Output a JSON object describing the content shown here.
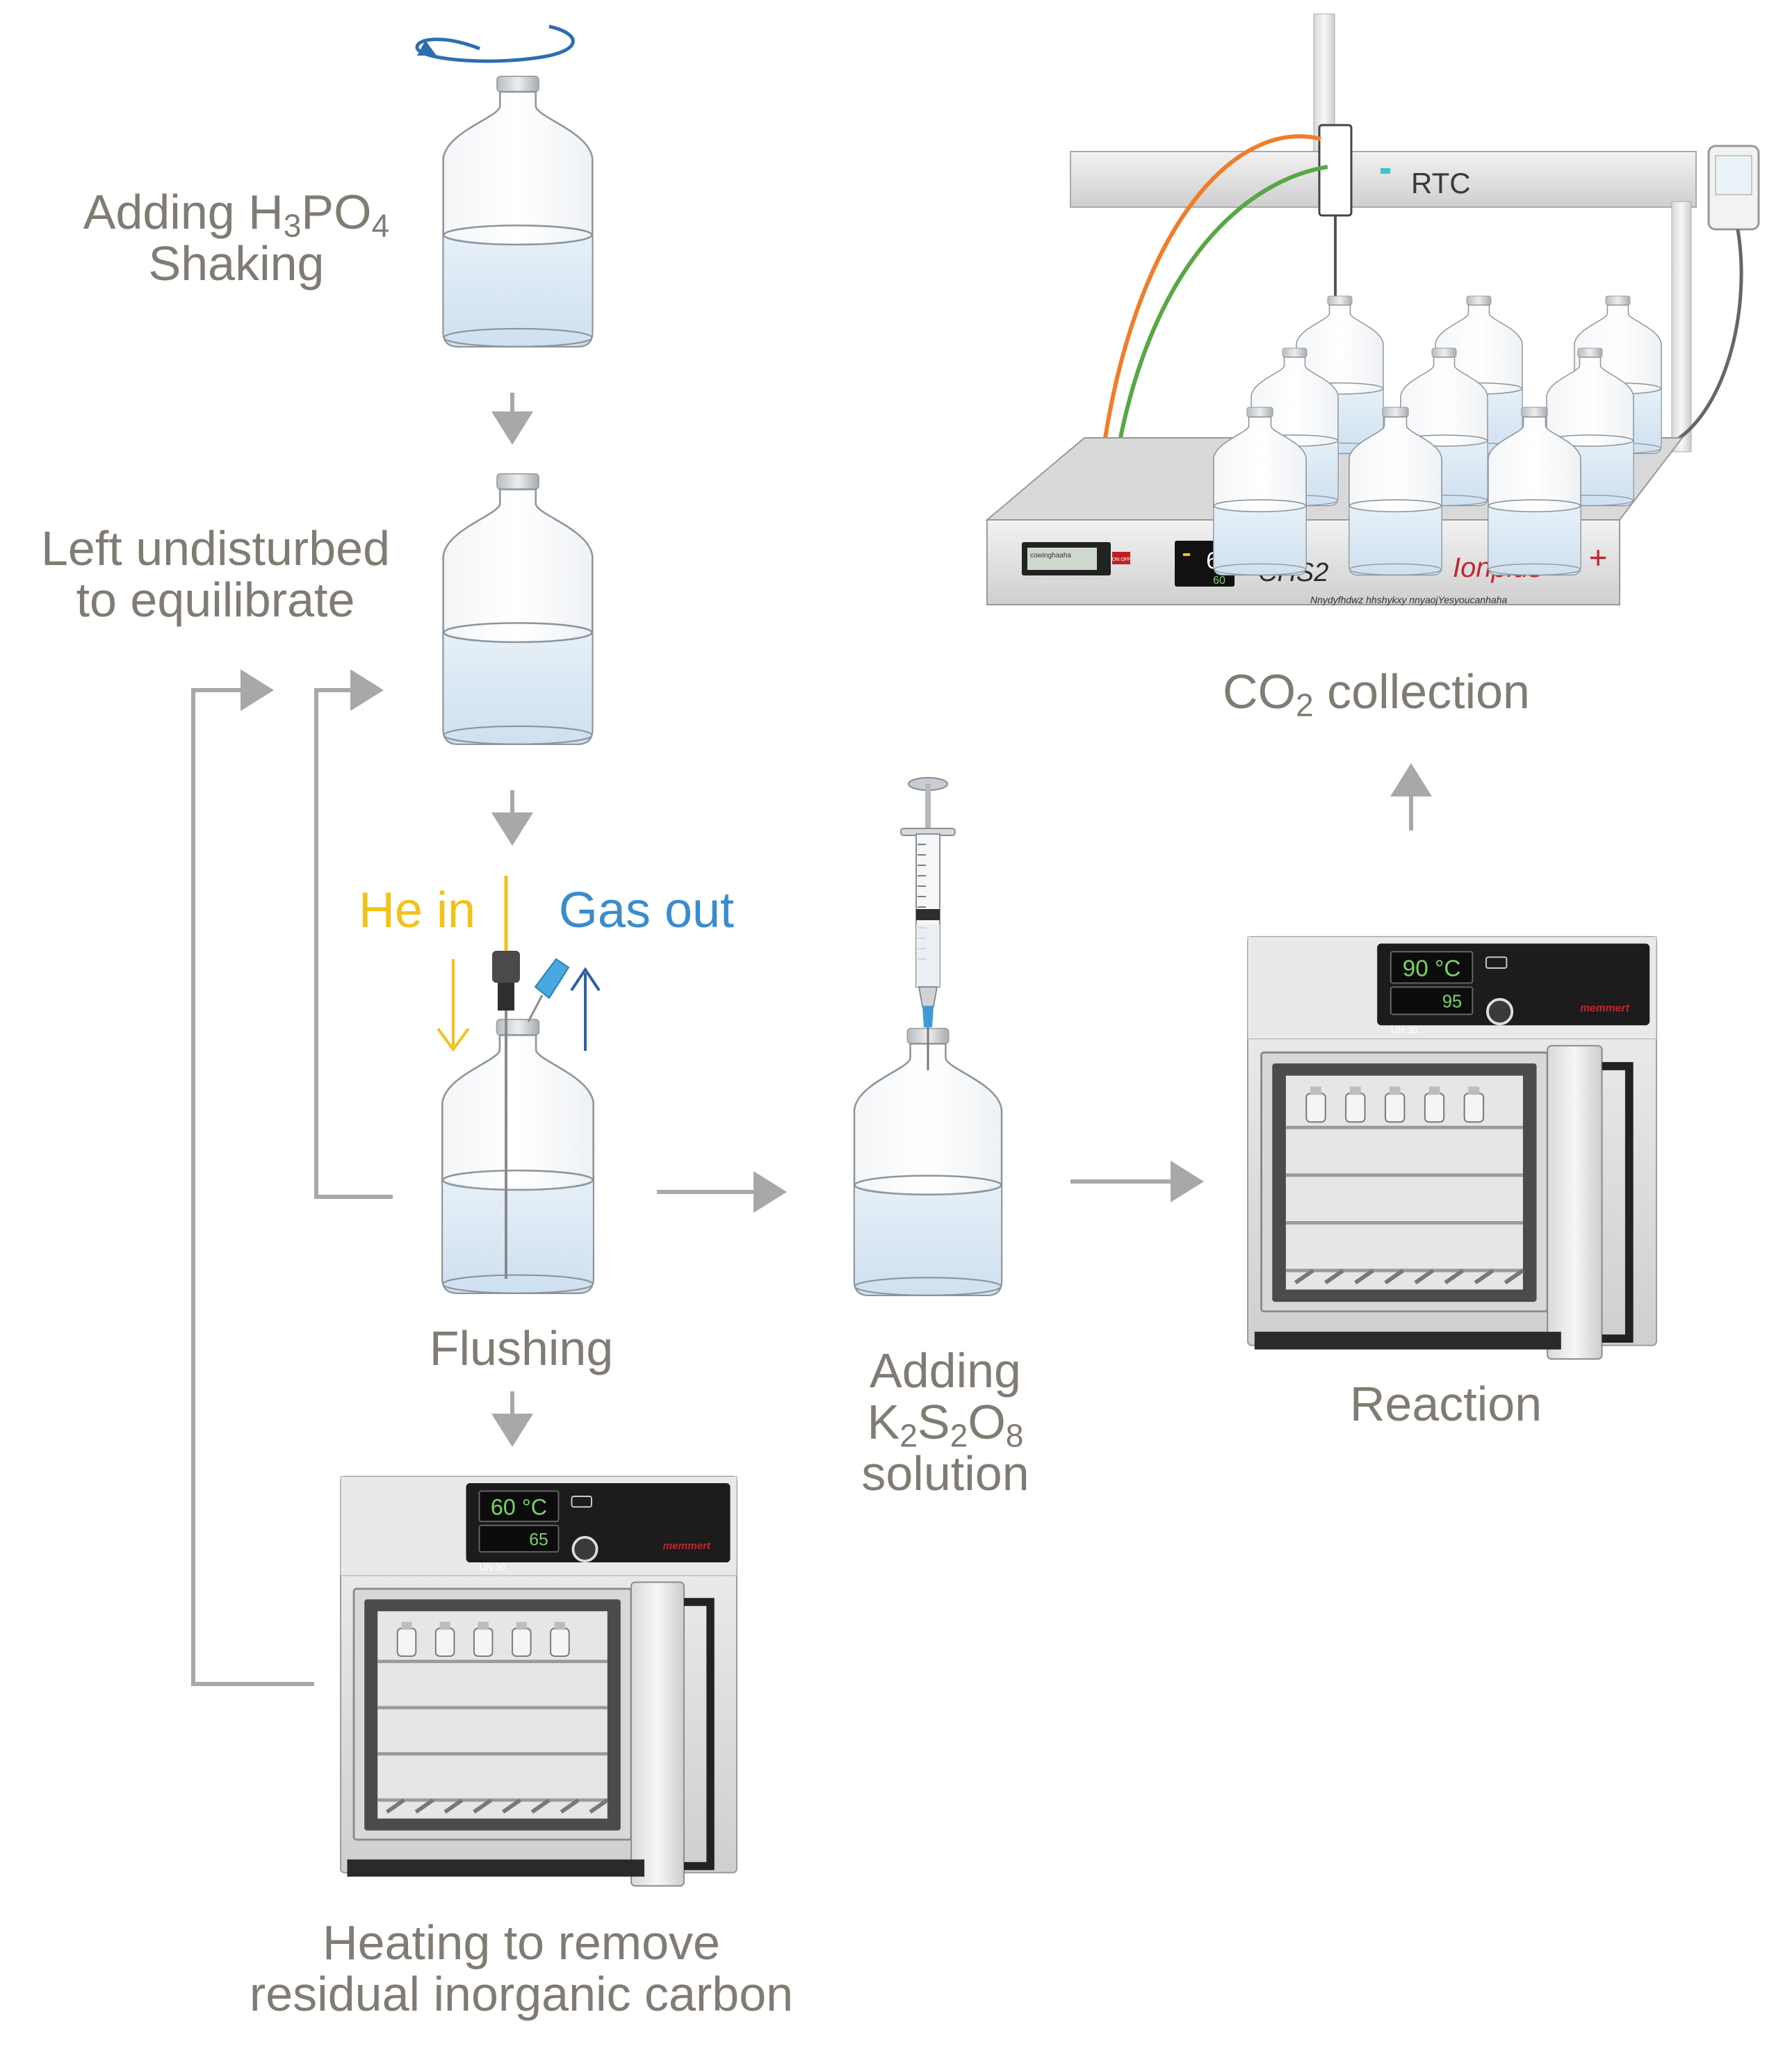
{
  "steps": {
    "add_acid": {
      "line1": "Adding H",
      "sub1": "3",
      "mid": "PO",
      "sub2": "4",
      "line2": "Shaking"
    },
    "equilibrate": {
      "line1": "Left undisturbed",
      "line2": "to equilibrate"
    },
    "flushing": {
      "label": "Flushing",
      "he_in": "He in",
      "gas_out": "Gas out"
    },
    "heating": {
      "line1": "Heating to remove",
      "line2": "residual inorganic carbon"
    },
    "persulfate": {
      "line1": "Adding",
      "k": "K",
      "s1": "2",
      "s": "S",
      "s2": "2",
      "o": "O",
      "s3": "8",
      "line3": "solution"
    },
    "reaction": {
      "label": "Reaction"
    },
    "co2": {
      "co": "CO",
      "sub": "2",
      "rest": " collection"
    }
  },
  "oven_small": {
    "temp_display": "60 °C",
    "sub_display": "65",
    "model": "UN 30",
    "brand": "memmert"
  },
  "oven_right": {
    "temp_display": "90 °C",
    "sub_display": "95",
    "model": "UN 30",
    "brand": "memmert"
  },
  "chs2": {
    "rtc_label": "RTC",
    "name": "CHS2",
    "brand": "Ionplus",
    "tagline": "Nnydyfhdwz hhshykxy nnyaojYesyoucanhaha",
    "display_value": "60",
    "display_small": "60",
    "lcd_text": "cowinghaaha",
    "switch_label": "ON OFF"
  },
  "colors": {
    "text_gray": "#807b73",
    "arrow_gray": "#a8a8a8",
    "he_yellow": "#f2c21a",
    "gas_blue": "#3b8ccb",
    "rotation_blue": "#2e6db0",
    "liquid": "#dbe9f5",
    "tube_orange": "#f07d2a",
    "tube_green": "#58a845",
    "brand_red": "#c0262c"
  }
}
